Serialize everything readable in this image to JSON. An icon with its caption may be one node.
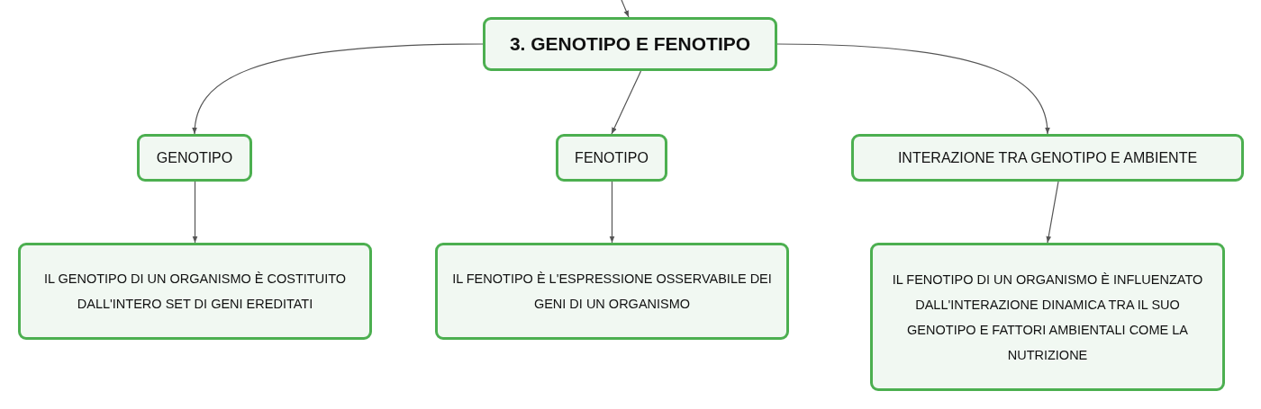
{
  "diagram": {
    "nodes": [
      {
        "text": [
          "3. GENOTIPO E FENOTIPO"
        ]
      },
      {
        "text": [
          "GENOTIPO"
        ]
      },
      {
        "text": [
          "FENOTIPO"
        ]
      },
      {
        "text": [
          "INTERAZIONE TRA GENOTIPO E AMBIENTE"
        ]
      },
      {
        "text": [
          "IL GENOTIPO DI UN ORGANISMO È COSTITUITO DALL'INTERO SET DI GENI EREDITATI"
        ]
      },
      {
        "text": [
          "IL FENOTIPO È L'ESPRESSIONE OSSERVABILE DEI GENI DI UN ORGANISMO"
        ]
      },
      {
        "text": [
          "IL FENOTIPO DI UN ORGANISMO È INFLUENZATO DALL'INTERAZIONE DINAMICA TRA IL SUO GENOTIPO E FATTORI AMBIENTALI COME LA NUTRIZIONE"
        ]
      }
    ],
    "edges": [
      {
        "from": null,
        "to": 0,
        "arrow": "to"
      },
      {
        "from": 0,
        "to": 1,
        "arrow": "to"
      },
      {
        "from": 0,
        "to": 2,
        "arrow": "to"
      },
      {
        "from": 0,
        "to": 3,
        "arrow": "to"
      },
      {
        "from": 1,
        "to": 4,
        "arrow": "to"
      },
      {
        "from": 2,
        "to": 5,
        "arrow": "to"
      },
      {
        "from": 3,
        "to": 6,
        "arrow": "to"
      }
    ]
  }
}
